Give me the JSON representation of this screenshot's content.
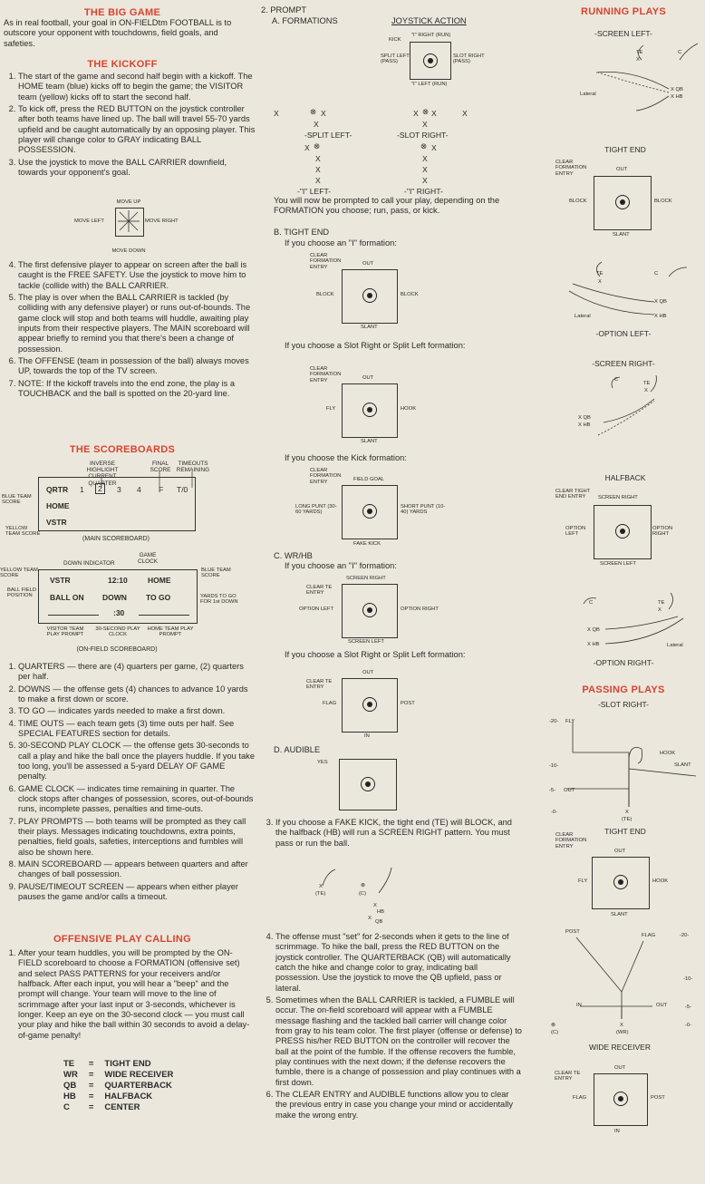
{
  "col1": {
    "big_game_title": "THE BIG GAME",
    "big_game_text": "As in real football, your goal in ON-FIELDtm FOOTBALL is to outscore your opponent with touchdowns, field goals, and safeties.",
    "kickoff_title": "THE KICKOFF",
    "kickoff_items": [
      "The start of the game and second half begin with a kickoff. The HOME team (blue) kicks off to begin the game; the VISITOR team (yellow) kicks off to start the second half.",
      "To kick off, press the RED BUTTON on the joystick controller after both teams have lined up. The ball will travel 55-70 yards upfield and be caught automatically by an opposing player. This player will change color to GRAY indicating BALL POSSESSION.",
      "Use the joystick to move the BALL CARRIER downfield, towards your opponent's goal."
    ],
    "move_diagram": {
      "up": "MOVE UP",
      "left": "MOVE LEFT",
      "right": "MOVE RIGHT",
      "down": "MOVE DOWN"
    },
    "kickoff_items_2": [
      "The first defensive player to appear on screen after the ball is caught is the FREE SAFETY. Use the joystick to move him to tackle (collide with) the BALL CARRIER.",
      "The play is over when the BALL CARRIER is tackled (by colliding with any defensive player) or runs out-of-bounds. The game clock will stop and both teams will huddle, awaiting play inputs from their respective players. The MAIN scoreboard will appear briefly to remind you that there's been a change of possession.",
      "The OFFENSE (team in possession of the ball) always moves UP, towards the top of the TV screen.",
      "NOTE: If the kickoff travels into the end zone, the play is a TOUCHBACK and the ball is spotted on the 20-yard line."
    ],
    "scoreboards_title": "THE SCOREBOARDS",
    "main_sb": {
      "label_inverse": "INVERSE HIGHLIGHT CURRENT QUARTER",
      "label_final": "FINAL SCORE",
      "label_timeouts": "TIMEOUTS REMAINING",
      "row1": [
        "QRTR",
        "1",
        "2",
        "3",
        "4",
        "F",
        "T/0"
      ],
      "home": "HOME",
      "vstr": "VSTR",
      "blue_side": "BLUE TEAM SCORE",
      "yellow_side": "YELLOW TEAM SCORE",
      "caption": "(MAIN SCOREBOARD)"
    },
    "field_sb": {
      "game_clock": "GAME CLOCK",
      "down_indicator": "DOWN INDICATOR",
      "yellow_score": "YELLOW TEAM SCORE",
      "blue_score": "BLUE TEAM SCORE",
      "ball_field_position": "BALL FIELD POSITION",
      "yards_to_go": "YARDS TO GO FOR 1st DOWN",
      "vstr": "VSTR",
      "clock": "12:10",
      "home": "HOME",
      "ball_on": "BALL ON",
      "down": "DOWN",
      "to_go": "TO GO",
      "play_clock": ":30",
      "visitor_prompt": "VISITOR TEAM PLAY PROMPT",
      "play_clock_label": "30-SECOND PLAY CLOCK",
      "home_prompt": "HOME TEAM PLAY PROMPT",
      "caption": "(ON-FIELD SCOREBOARD)"
    },
    "sb_items": [
      "QUARTERS — there are (4) quarters per game, (2) quarters per half.",
      "DOWNS — the offense gets (4) chances to advance 10 yards to make a first down or score.",
      "TO GO — indicates yards needed to make a first down.",
      "TIME OUTS — each team gets (3) time outs per half. See SPECIAL FEATURES section for details.",
      "30-SECOND PLAY CLOCK — the offense gets 30-seconds to call a play and hike the ball once the players huddle. If you take too long, you'll be assessed a 5-yard DELAY OF GAME penalty.",
      "GAME CLOCK — indicates time remaining in quarter. The clock stops after changes of possession, scores, out-of-bounds runs, incomplete passes, penalties and time-outs.",
      "PLAY PROMPTS — both teams will be prompted as they call their plays. Messages indicating touchdowns, extra points, penalties, field goals, safeties, interceptions and fumbles will also be shown here.",
      "MAIN SCOREBOARD — appears between quarters and after changes of ball possession.",
      "PAUSE/TIMEOUT SCREEN — appears when either player pauses the game and/or calls a timeout."
    ],
    "opc_title": "OFFENSIVE PLAY CALLING",
    "opc_text": "After your team huddles, you will be prompted by the ON-FIELD scoreboard to choose a FORMATION (offensive set) and select PASS PATTERNS for your receivers and/or halfback. After each input, you will hear a \"beep\" and the prompt will change. Your team will move to the line of scrimmage after your last input or 3-seconds, whichever is longer. Keep an eye on the 30-second clock — you must call your play and hike the ball within 30 seconds to avoid a delay-of-game penalty!",
    "abbreviations": [
      [
        "TE",
        "TIGHT END"
      ],
      [
        "WR",
        "WIDE RECEIVER"
      ],
      [
        "QB",
        "QUARTERBACK"
      ],
      [
        "HB",
        "HALFBACK"
      ],
      [
        "C",
        "CENTER"
      ]
    ]
  },
  "col2": {
    "prompt_title": "2. PROMPT",
    "formations_label": "A. FORMATIONS",
    "joystick_action": "JOYSTICK ACTION",
    "joy": {
      "kick": "KICK",
      "i_right": "\"I\" RIGHT (RUN)",
      "split_left": "SPLIT LEFT (PASS)",
      "slot_right": "SLOT RIGHT (PASS)",
      "i_left": "\"I\" LEFT (RUN)"
    },
    "split_left_label": "-SPLIT LEFT-",
    "slot_right_label": "-SLOT RIGHT-",
    "i_left_label": "-\"I\" LEFT-",
    "i_right_label": "-\"I\" RIGHT-",
    "x_mark": "X",
    "o_mark": "⊗",
    "call_text": "You will now be prompted to call your play, depending on the FORMATION you choose; run, pass, or kick.",
    "te_label": "B. TIGHT END",
    "if_i": "If you choose an \"I\" formation:",
    "clear_formation_entry": "CLEAR FORMATION ENTRY",
    "out": "OUT",
    "block": "BLOCK",
    "slant": "SLANT",
    "if_slot": "If you choose a Slot Right or Split Left formation:",
    "fly": "FLY",
    "hook": "HOOK",
    "if_kick": "If you choose the Kick formation:",
    "field_goal": "FIELD GOAL",
    "long_punt": "LONG PUNT (30-60 YARDS)",
    "short_punt": "SHORT PUNT (10-40) YARDS",
    "fake_kick": "FAKE KICK",
    "wrhb_label": "C. WR/HB",
    "clear_te_entry": "CLEAR TE ENTRY",
    "screen_right": "SCREEN RIGHT",
    "option_left": "OPTION LEFT",
    "option_right": "OPTION RIGHT",
    "screen_left": "SCREEN LEFT",
    "flag": "FLAG",
    "post": "POST",
    "in": "IN",
    "audible_label": "D. AUDIBLE",
    "yes": "YES",
    "item3": "If you choose a FAKE KICK, the tight end (TE) will BLOCK, and the halfback (HB) will run a SCREEN RIGHT pattern. You must pass or run the ball.",
    "te_tag": "(TE)",
    "c_tag": "(C)",
    "hb": "HB",
    "qb": "QB",
    "item4": "The offense must \"set\" for 2-seconds when it gets to the line of scrimmage. To hike the ball, press the RED BUTTON on the joystick controller. The QUARTERBACK (QB) will automatically catch the hike and change color to gray, indicating ball possession. Use the joystick to move the QB upfield, pass or lateral.",
    "item5": "Sometimes when the BALL CARRIER is tackled, a FUMBLE will occur. The on-field scoreboard will appear with a FUMBLE message flashing and the tackled ball carrier will change color from gray to his team color. The first player (offense or defense) to PRESS his/her RED BUTTON on the controller will recover the ball at the point of the fumble. If the offense recovers the fumble, play continues with the next down; if the defense recovers the fumble, there is a change of possession and play continues with a first down.",
    "item6": "The CLEAR ENTRY and AUDIBLE functions allow you to clear the previous entry in case you change your mind or accidentally make the wrong entry."
  },
  "col3": {
    "running_title": "RUNNING PLAYS",
    "screen_left": "-SCREEN LEFT-",
    "te": "TE",
    "x": "X",
    "c": "C",
    "lateral": "Lateral",
    "qb": "X QB",
    "hb": "X HB",
    "tight_end": "TIGHT END",
    "clear_formation_entry": "CLEAR FORMATION ENTRY",
    "out": "OUT",
    "block": "BLOCK",
    "slant": "SLANT",
    "option_left": "-OPTION LEFT-",
    "screen_right": "-SCREEN RIGHT-",
    "halfback": "HALFBACK",
    "clear_tight_end_entry": "CLEAR TIGHT END ENTRY",
    "screen_right_short": "SCREEN RIGHT",
    "option_left_box": "OPTION LEFT",
    "option_right_box": "OPTION RIGHT",
    "screen_left_box": "SCREEN LEFT",
    "option_right": "-OPTION RIGHT-",
    "passing_title": "PASSING PLAYS",
    "slot_right": "-SLOT RIGHT-",
    "y_20": "-20-",
    "fly": "FLY",
    "hook": "HOOK",
    "y_10": "-10-",
    "slant_r": "SLANT",
    "y_5": "-5-",
    "out_l": "OUT",
    "y_0": "-0-",
    "te_tag": "(TE)",
    "fly_box": "FLY",
    "hook_box": "HOOK",
    "post": "POST",
    "flag": "FLAG",
    "in": "IN",
    "wr_tag": "(WR)",
    "c_tag": "(C)",
    "wide_receiver": "WIDE RECEIVER",
    "clear_te_entry": "CLEAR TE ENTRY"
  }
}
